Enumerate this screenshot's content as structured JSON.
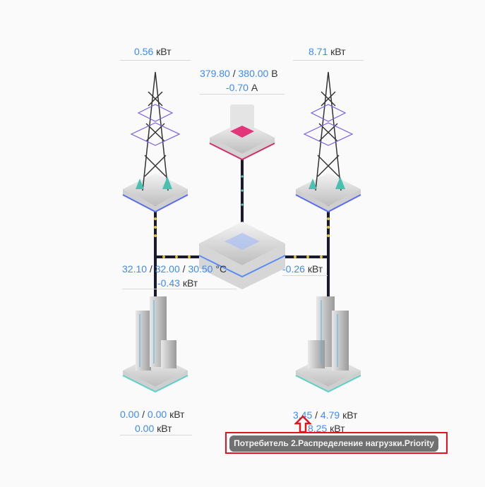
{
  "generator_left": {
    "power": "0.56",
    "unit": "кВт"
  },
  "generator_right": {
    "power": "8.71",
    "unit": "кВт"
  },
  "battery": {
    "voltage": "379.80",
    "voltage_set": "380.00",
    "voltage_unit": "В",
    "current": "-0.70",
    "current_unit": "А"
  },
  "hub": {
    "temp1": "32.10",
    "temp2": "32.00",
    "temp3": "30.50",
    "temp_unit": "°C",
    "power_left": "-0.43",
    "power_right": "-0.26",
    "unit": "кВт"
  },
  "consumer_1": {
    "power": "0.00",
    "power_max": "0.00",
    "power2": "0.00",
    "unit": "кВт"
  },
  "consumer_2": {
    "power": "3.45",
    "power_max": "4.79",
    "power2": "8.25",
    "unit": "кВт"
  },
  "tooltip": {
    "text": "Потребитель 2.Распределение нагрузки.Priority"
  },
  "colors": {
    "value": "#3d8af7",
    "highlight": "#e8121c",
    "line": "#1a1a2e"
  }
}
